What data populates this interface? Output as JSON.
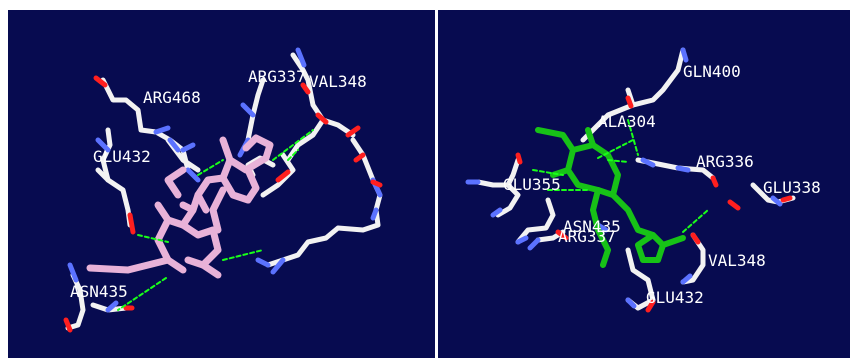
{
  "left": {
    "labels": [
      "ARG468",
      "ARG337",
      "VAL348",
      "GLU432",
      "ASN435"
    ]
  },
  "right": {
    "labels": [
      "GLN400",
      "ALA304",
      "ARG336",
      "GLU355",
      "GLU338",
      "ASN435",
      "ARG337",
      "VAL348",
      "GLU432"
    ]
  },
  "colors": {
    "background": "#070b50",
    "carbon": "#f2f2f2",
    "nitrogen": "#5b72ff",
    "oxygen": "#ff1f1f",
    "ligand_left": "#e8b2d8",
    "ligand_right": "#17c217",
    "hbond": "#19ff19"
  }
}
